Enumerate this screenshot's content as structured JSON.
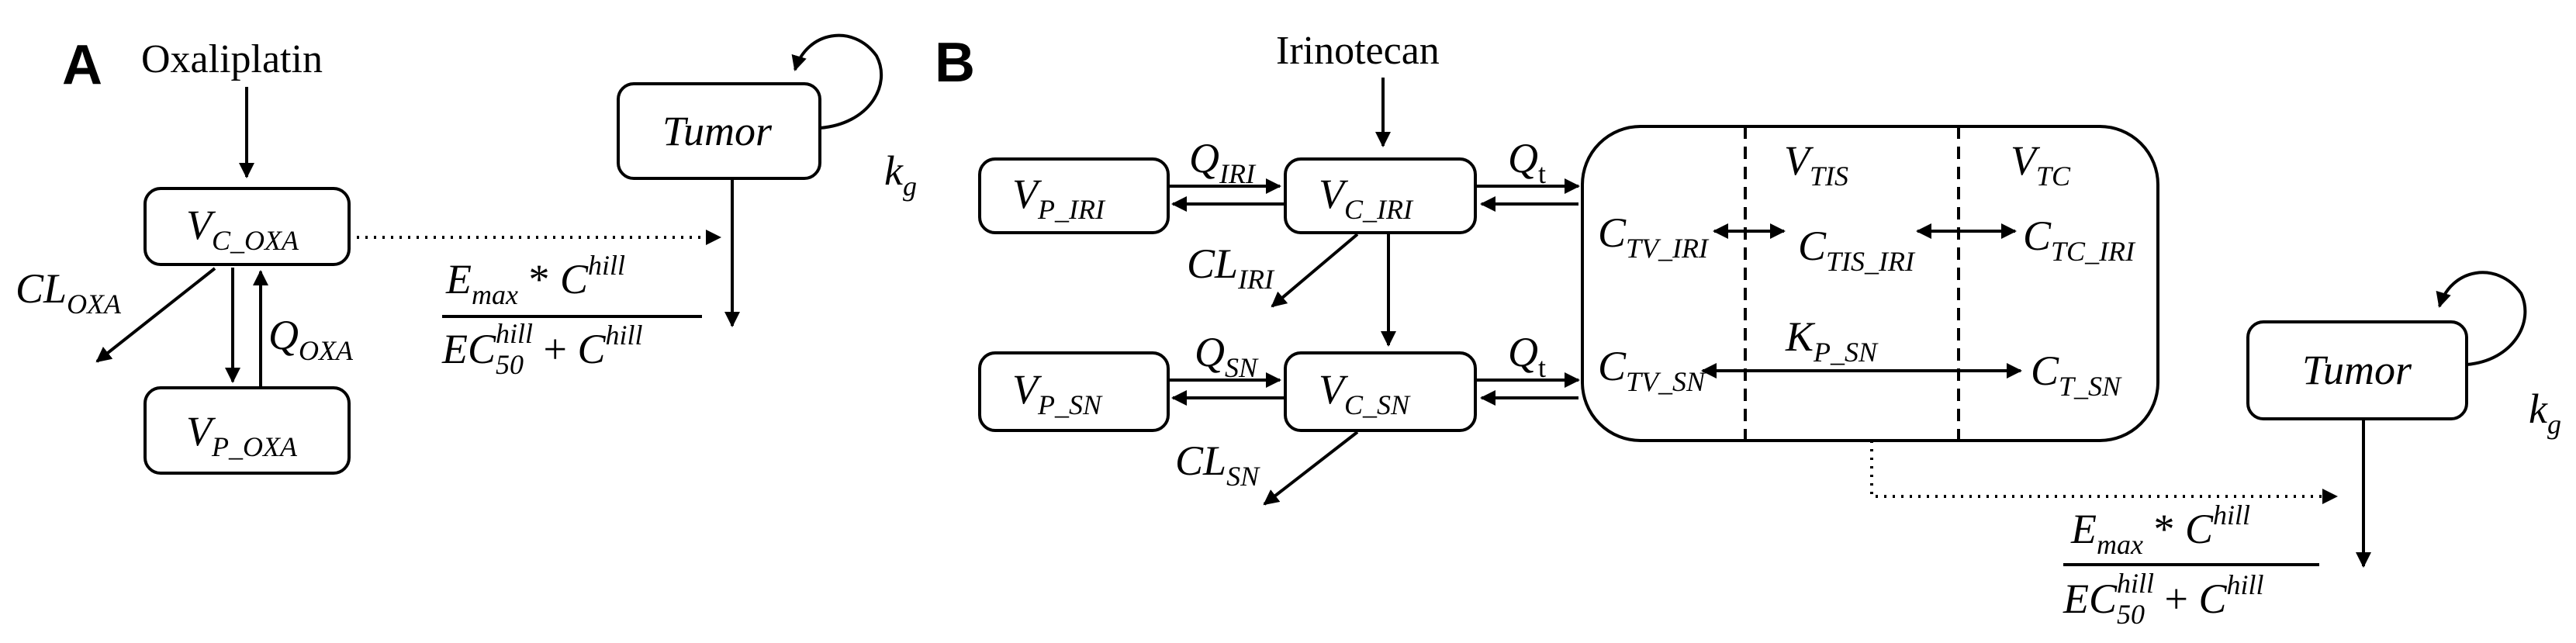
{
  "panels": {
    "a": "A",
    "b": "B"
  },
  "drugs": {
    "oxaliplatin": "Oxaliplatin",
    "irinotecan": "Irinotecan"
  },
  "panel_a": {
    "central": {
      "base": "V",
      "sub": "C_OXA"
    },
    "peripheral": {
      "base": "V",
      "sub": "P_OXA"
    },
    "tumor": "Tumor",
    "growth": {
      "base": "k",
      "sub": "g"
    },
    "clearance": {
      "base": "CL",
      "sub": "OXA"
    },
    "intercomp": {
      "base": "Q",
      "sub": "OXA"
    }
  },
  "panel_b": {
    "iri_peripheral": {
      "base": "V",
      "sub": "P_IRI"
    },
    "iri_central": {
      "base": "V",
      "sub": "C_IRI"
    },
    "sn_peripheral": {
      "base": "V",
      "sub": "P_SN"
    },
    "sn_central": {
      "base": "V",
      "sub": "C_SN"
    },
    "q_iri": {
      "base": "Q",
      "sub": "IRI"
    },
    "q_sn": {
      "base": "Q",
      "sub": "SN"
    },
    "qt": {
      "base": "Q",
      "sub": "t"
    },
    "cl_iri": {
      "base": "CL",
      "sub": "IRI"
    },
    "cl_sn": {
      "base": "CL",
      "sub": "SN"
    },
    "v_tis": {
      "base": "V",
      "sub": "TIS"
    },
    "v_tc": {
      "base": "V",
      "sub": "TC"
    },
    "c_tv_iri": {
      "base": "C",
      "sub": "TV_IRI"
    },
    "c_tis_iri": {
      "base": "C",
      "sub": "TIS_IRI"
    },
    "c_tc_iri": {
      "base": "C",
      "sub": "TC_IRI"
    },
    "c_tv_sn": {
      "base": "C",
      "sub": "TV_SN"
    },
    "k_p_sn": {
      "base": "K",
      "sub": "P_SN"
    },
    "c_t_sn": {
      "base": "C",
      "sub": "T_SN"
    },
    "tumor": "Tumor",
    "growth": {
      "base": "k",
      "sub": "g"
    }
  },
  "emax_formula": {
    "numerator": {
      "e": "E",
      "e_sub": "max",
      "op": " * ",
      "c": "C",
      "c_sup": "hill"
    },
    "denominator": {
      "ec": "EC",
      "ec_sub": "50",
      "ec_sup": "hill",
      "op": " + ",
      "c": "C",
      "c_sup": "hill"
    }
  }
}
